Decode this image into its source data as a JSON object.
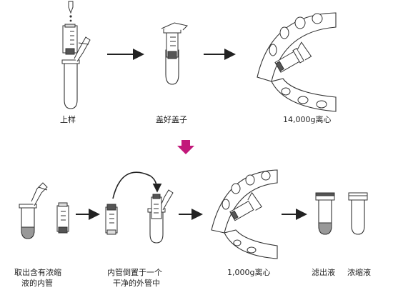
{
  "steps": {
    "load": "上样",
    "cap": "盖好盖子",
    "spin1": "14,000g离心",
    "remove_line1": "取出含有浓缩",
    "remove_line2": "液的内管",
    "invert_line1": "内管倒置于一个",
    "invert_line2": "干净的外管中",
    "spin2": "1,000g离心",
    "filtrate": "滤出液",
    "concentrate": "浓缩液"
  },
  "colors": {
    "line": "#333333",
    "membrane": "#555555",
    "liquid": "#999999",
    "accent_arrow": "#c2187a"
  }
}
